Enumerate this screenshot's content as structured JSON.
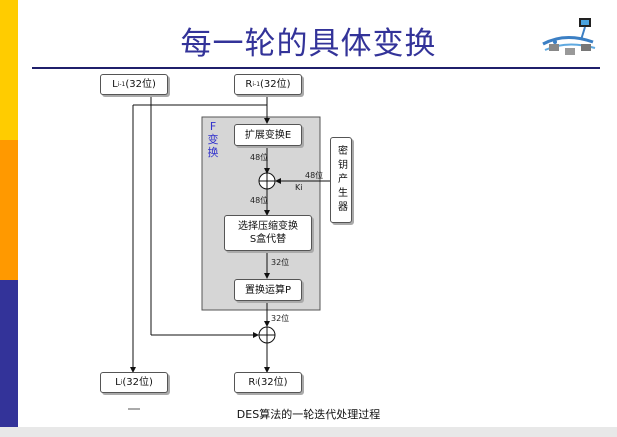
{
  "slide": {
    "title": "每一轮的具体变换",
    "caption": "DES算法的一轮迭代处理过程"
  },
  "diagram": {
    "left_input": {
      "base": "L",
      "sub": "i-1",
      "rest": "(32位)"
    },
    "right_input": {
      "base": "R",
      "sub": "i-1",
      "rest": "(32位)"
    },
    "f_label": "F变换",
    "expansion_box": "扩展变换E",
    "bits_48_a": "48位",
    "bits_48_key": "48位",
    "key_sub": "Ki",
    "bits_48_b": "48位",
    "sbox_line1": "选择压缩变换",
    "sbox_line2": "S盒代替",
    "bits_32_a": "32位",
    "perm_box": "置换运算P",
    "bits_32_b": "32位",
    "key_gen": "密钥产生器",
    "left_output": {
      "base": "L",
      "sub": "i",
      "rest": "(32位)"
    },
    "right_output": {
      "base": "R",
      "sub": "i",
      "rest": "(32位)"
    }
  },
  "colors": {
    "accent_bar_top": "#ffcc00",
    "accent_bar_mid": "#ff9900",
    "accent_bar_bottom": "#333399",
    "title": "#333399",
    "f_block_fill": "#d6d6d6",
    "f_label": "#3333cc"
  }
}
